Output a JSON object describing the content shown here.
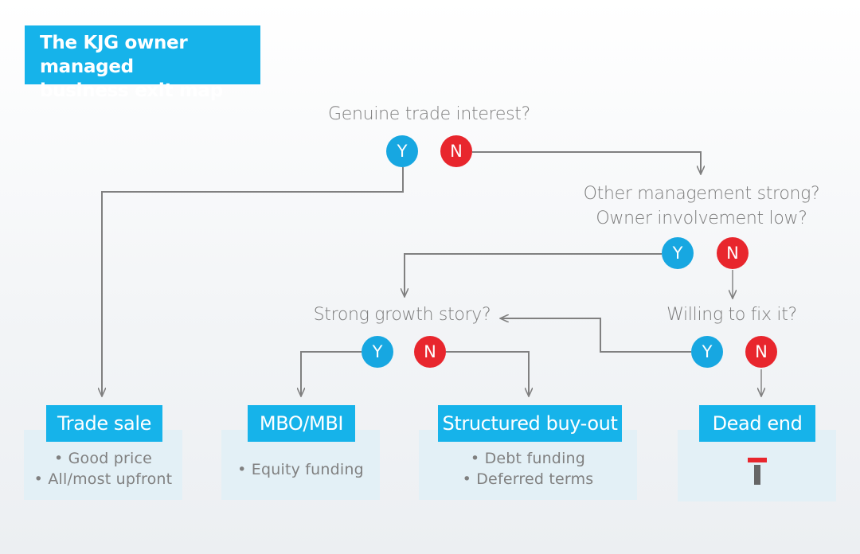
{
  "title": {
    "line1": "The KJG owner managed",
    "line2": "business exit map"
  },
  "questions": {
    "q1": "Genuine trade interest?",
    "q2_line1": "Other management strong?",
    "q2_line2": "Owner involvement low?",
    "q3": "Strong growth story?",
    "q4": "Willing to fix it?"
  },
  "answers": {
    "yes": "Y",
    "no": "N"
  },
  "outcomes": {
    "trade_sale": {
      "label": "Trade sale",
      "bullets": [
        "• Good price",
        "• All/most upfront"
      ]
    },
    "mbo_mbi": {
      "label": "MBO/MBI",
      "bullets": [
        "• Equity funding"
      ]
    },
    "structured": {
      "label": "Structured buy-out",
      "bullets": [
        "• Debt funding",
        "• Deferred terms"
      ]
    },
    "dead_end": {
      "label": "Dead end"
    }
  },
  "colors": {
    "accent_blue": "#16b3ea",
    "yes_circle": "#17a7e1",
    "no_circle": "#e8262d",
    "card_bg": "#e3f0f6",
    "line": "#808080"
  }
}
